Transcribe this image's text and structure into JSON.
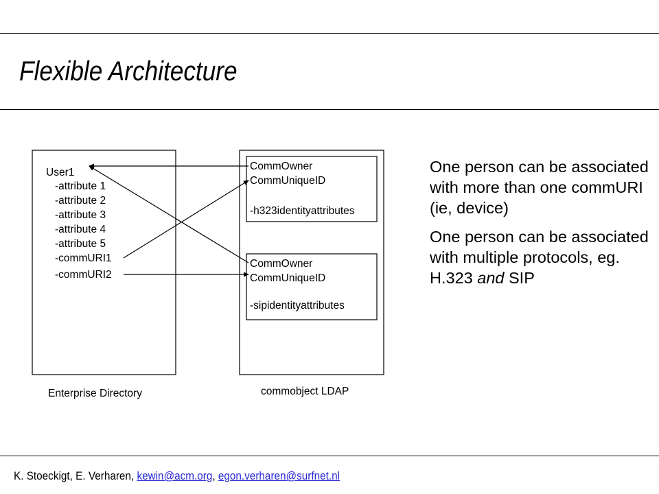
{
  "title": "Flexible Architecture",
  "diagram": {
    "user": {
      "name": "User1",
      "attributes": [
        "-attribute 1",
        "-attribute 2",
        "-attribute 3",
        "-attribute 4",
        "-attribute 5",
        "-commURI1",
        "-commURI2"
      ]
    },
    "objects": [
      {
        "fields": [
          "CommOwner",
          "CommUniqueID"
        ],
        "protocol_attributes": "-h323identityattributes"
      },
      {
        "fields": [
          "CommOwner",
          "CommUniqueID"
        ],
        "protocol_attributes": "-sipidentityattributes"
      }
    ],
    "enterprise_label": "Enterprise Directory",
    "ldap_label": "commobject LDAP"
  },
  "side_text": {
    "para1": "One person can be associated with more than one commURI (ie, device)",
    "para2_pre": "One person can be associated with multiple protocols, eg. H.323 ",
    "para2_em": "and",
    "para2_post": " SIP"
  },
  "footer": {
    "authors": "K. Stoeckigt, E. Verharen, ",
    "email1": "kewin@acm.org",
    "sep": ", ",
    "email2": "egon.verharen@surfnet.nl",
    "link_color": "#2929d6"
  }
}
